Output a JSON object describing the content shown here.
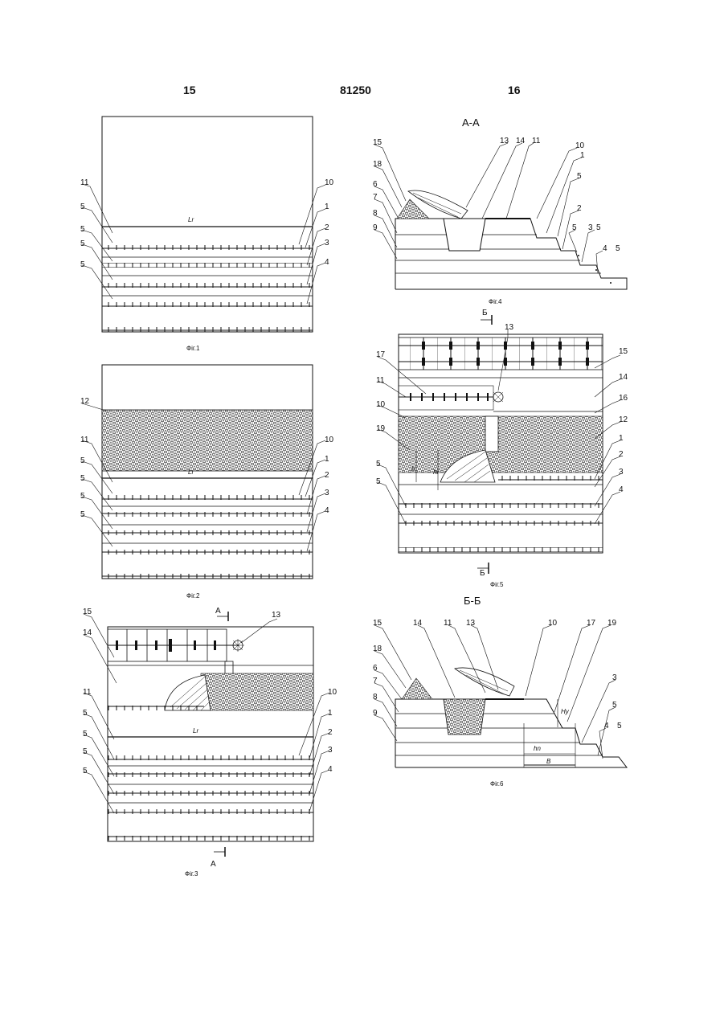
{
  "header": {
    "left_page": "15",
    "patent_number": "81250",
    "right_page": "16"
  },
  "figures": {
    "fig1": {
      "caption": "Фіг.1",
      "labels": [
        "11",
        "10",
        "5",
        "1",
        "5",
        "2",
        "5",
        "3",
        "5",
        "4"
      ],
      "dim": "Lr"
    },
    "fig2": {
      "caption": "Фіг.2",
      "labels": [
        "12",
        "11",
        "10",
        "5",
        "1",
        "5",
        "2",
        "5",
        "3",
        "5",
        "4"
      ],
      "dim": "Lr"
    },
    "fig3": {
      "caption": "Фіг.3",
      "labels": [
        "15",
        "14",
        "13",
        "11",
        "10",
        "5",
        "1",
        "5",
        "2",
        "5",
        "3",
        "5",
        "4"
      ],
      "dim": "Lr",
      "section": "A"
    },
    "fig4": {
      "caption": "Фіг.4",
      "title": "A-A",
      "labels": [
        "15",
        "13",
        "14",
        "11",
        "10",
        "18",
        "1",
        "6",
        "5",
        "7",
        "2",
        "8",
        "5",
        "9",
        "3",
        "5",
        "4",
        "5"
      ]
    },
    "fig5": {
      "caption": "Фіг.5",
      "section": "Б",
      "labels": [
        "17",
        "13",
        "15",
        "11",
        "14",
        "16",
        "10",
        "12",
        "19",
        "1",
        "2",
        "3",
        "5",
        "5",
        "4"
      ],
      "dims": [
        "b",
        "hr"
      ]
    },
    "fig6": {
      "caption": "Фіг.6",
      "title": "Б-Б",
      "labels": [
        "15",
        "14",
        "11",
        "13",
        "10",
        "17",
        "19",
        "18",
        "6",
        "7",
        "8",
        "9",
        "3",
        "5",
        "4",
        "5"
      ],
      "dims": [
        "Hy",
        "hn",
        "B"
      ]
    }
  }
}
